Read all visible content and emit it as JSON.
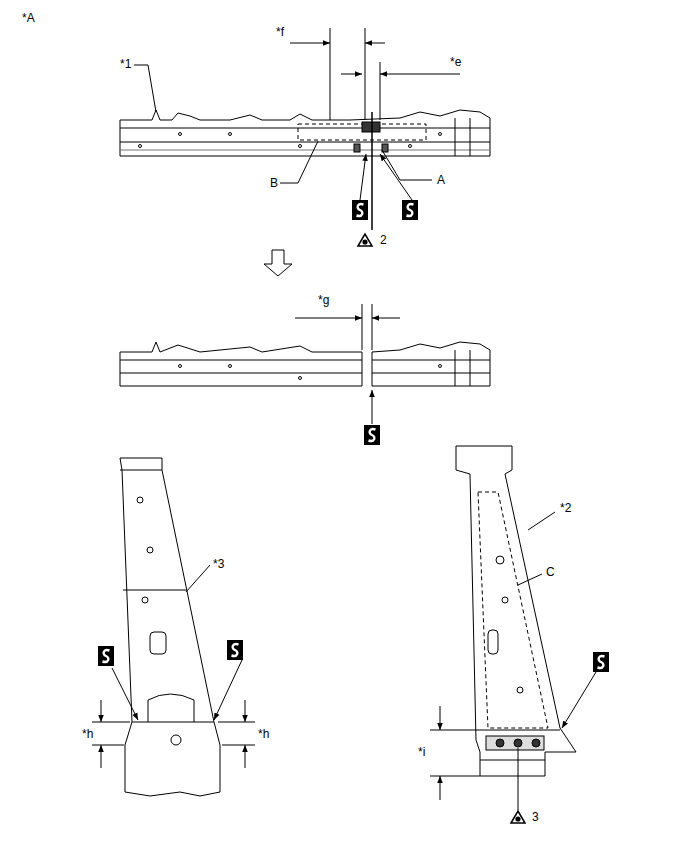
{
  "diagram": {
    "labels": [
      "*A",
      "*f",
      "*1",
      "*e",
      "B",
      "A",
      "2",
      "*g",
      "*3",
      "*2",
      "C",
      "*h",
      "*h",
      "*i",
      "3"
    ]
  }
}
